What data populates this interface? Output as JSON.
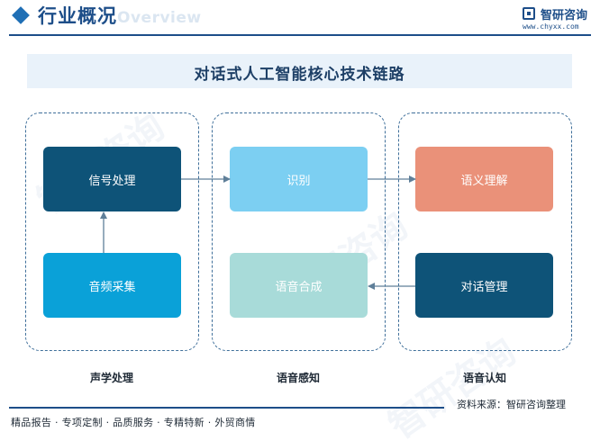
{
  "header": {
    "title": "行业概况",
    "subtitle_en": "Overview",
    "brand_name": "智研咨询",
    "brand_url": "www.chyxx.com"
  },
  "diagram": {
    "title": "对话式人工智能核心技术链路",
    "groups": [
      {
        "label": "声学处理",
        "nodes": [
          {
            "id": "n1",
            "label": "信号处理",
            "color": "#0e5378"
          },
          {
            "id": "n2",
            "label": "音频采集",
            "color": "#0aa1d8"
          }
        ]
      },
      {
        "label": "语音感知",
        "nodes": [
          {
            "id": "n3",
            "label": "识别",
            "color": "#7ccff2"
          },
          {
            "id": "n4",
            "label": "语音合成",
            "color": "#a8dbd9"
          }
        ]
      },
      {
        "label": "语音认知",
        "nodes": [
          {
            "id": "n5",
            "label": "语义理解",
            "color": "#ea9179"
          },
          {
            "id": "n6",
            "label": "对话管理",
            "color": "#0e5378"
          }
        ]
      }
    ],
    "edges": [
      {
        "from": "音频采集",
        "to": "信号处理"
      },
      {
        "from": "信号处理",
        "to": "识别"
      },
      {
        "from": "识别",
        "to": "语义理解"
      },
      {
        "from": "对话管理",
        "to": "语音合成"
      }
    ]
  },
  "footer": {
    "source": "资料来源：智研咨询整理",
    "slogan": "精品报告 · 专项定制 · 品质服务 · 专精特新 · 外贸商情"
  },
  "watermark": "智研咨询"
}
